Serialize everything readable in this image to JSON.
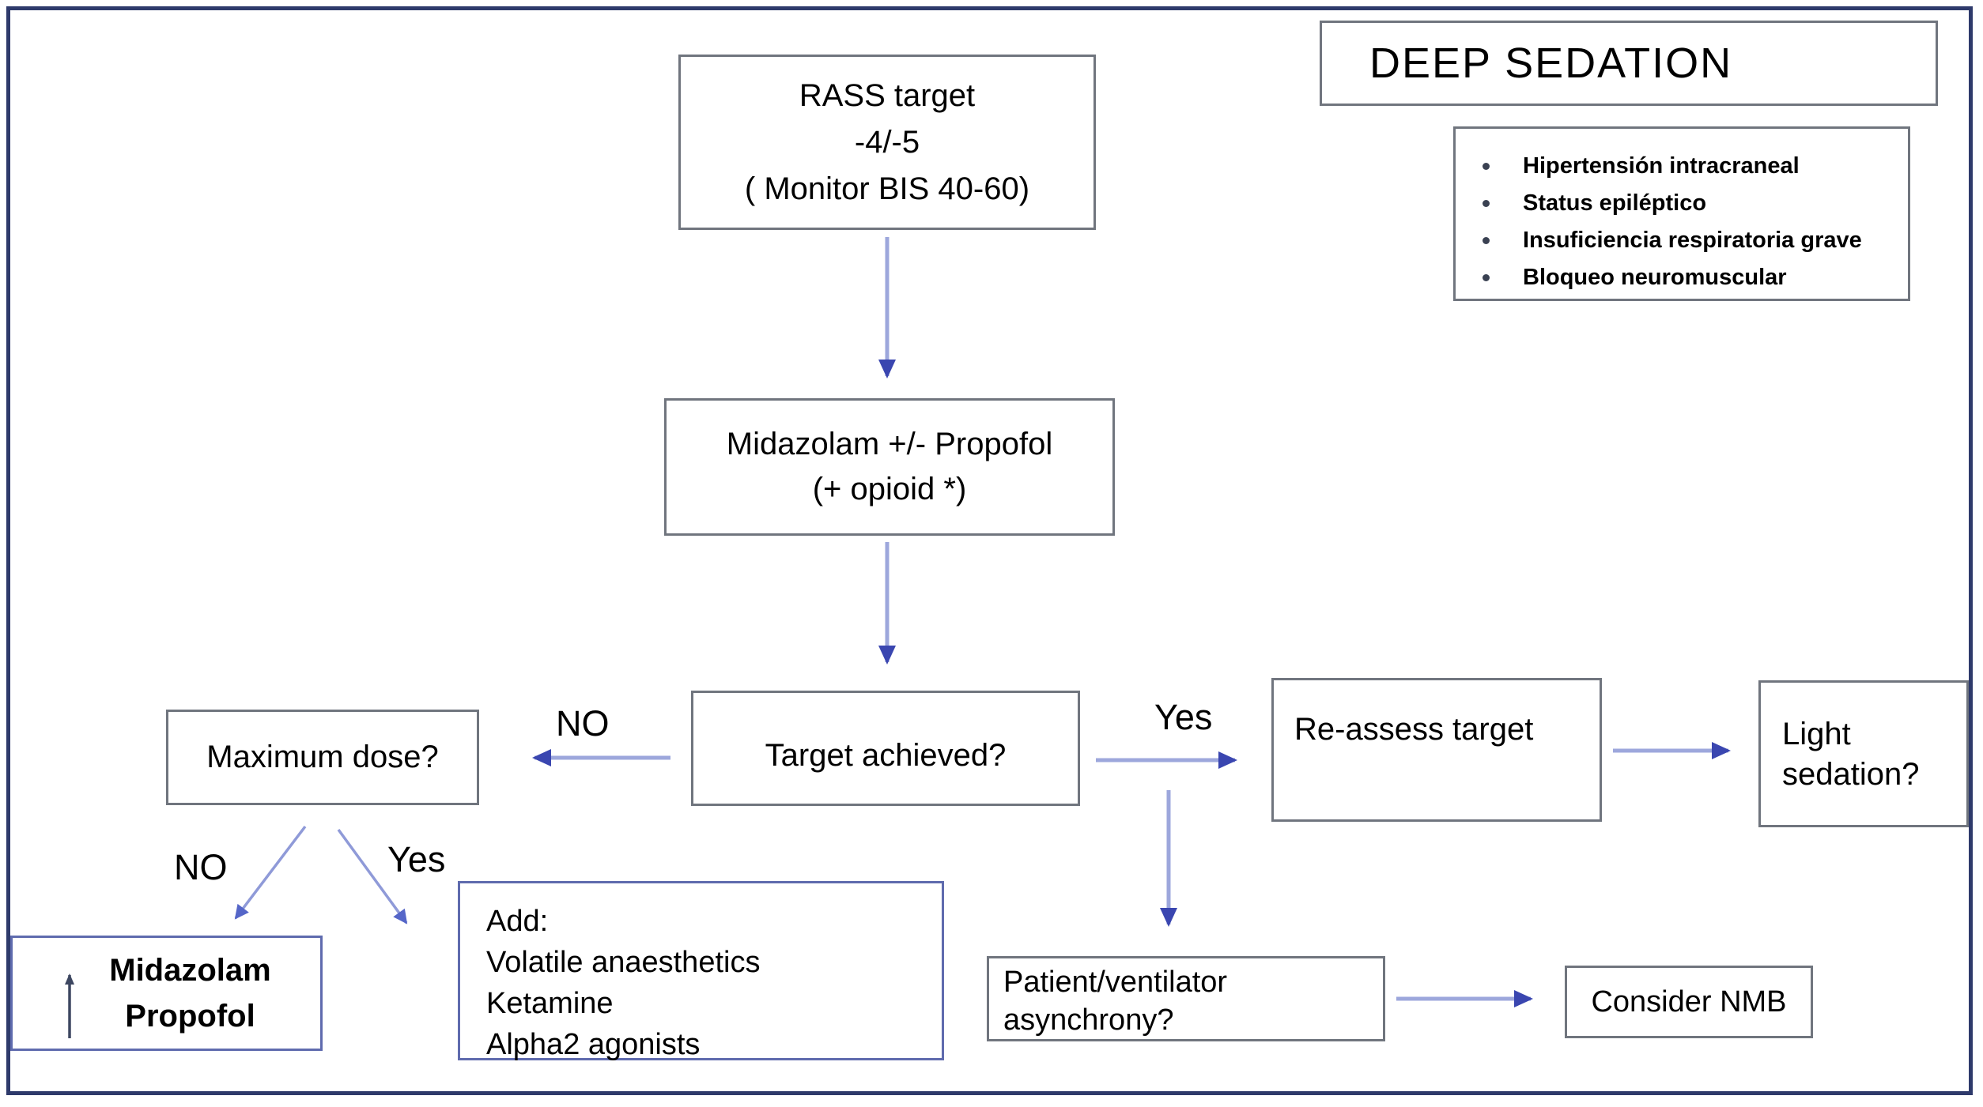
{
  "title_box": {
    "label": "DEEP SEDATION"
  },
  "indications_box": {
    "items": [
      "Hipertensión intracraneal",
      "Status epiléptico",
      "Insuficiencia respiratoria grave",
      "Bloqueo neuromuscular"
    ]
  },
  "flow": {
    "rass": {
      "line1": "RASS target",
      "line2": "-4/-5",
      "line3": "( Monitor  BIS 40-60)"
    },
    "sedatives": {
      "line1": "Midazolam +/- Propofol",
      "line2": "(+  opioid *)"
    },
    "target_achieved": {
      "label": "Target achieved?"
    },
    "maximum_dose": {
      "label": "Maximum dose?"
    },
    "reassess": {
      "label": "Re-assess target"
    },
    "light_sedation": {
      "line1": "Light",
      "line2": "sedation?"
    },
    "increase_sedatives": {
      "line1": "Midazolam",
      "line2": "Propofol"
    },
    "add_agents": {
      "line1": "Add:",
      "line2": "Volatile anaesthetics",
      "line3": "Ketamine",
      "line4": "Alpha2 agonists"
    },
    "pv_asynchrony": {
      "line1": "Patient/ventilator",
      "line2": "asynchrony?"
    },
    "consider_nmb": {
      "label": "Consider NMB"
    }
  },
  "edge_labels": {
    "no_main": "NO",
    "yes_main": "Yes",
    "no_branch": "NO",
    "yes_branch": "Yes"
  },
  "colors": {
    "frame": "#2e3a6b",
    "box_border": "#70757e",
    "accent_border": "#5f6bae",
    "arrow_line": "#9da7dc",
    "arrow_head": "#3a46b0",
    "diagonal_arrow": "#8f9ad8",
    "up_arrow": "#3d4761",
    "text": "#000000",
    "background": "#ffffff"
  }
}
